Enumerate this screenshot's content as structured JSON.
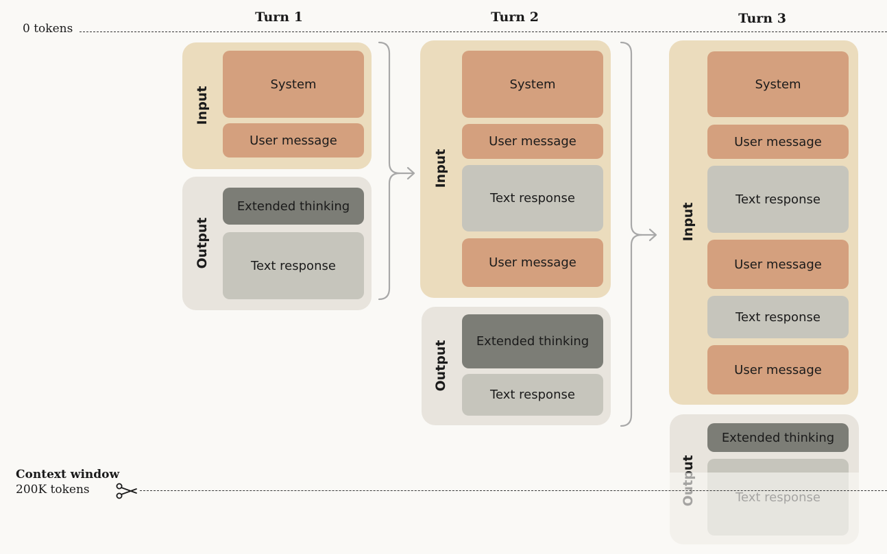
{
  "header": {
    "start_label": "0 tokens",
    "turns": [
      "Turn 1",
      "Turn 2",
      "Turn 3"
    ]
  },
  "context_window": {
    "title": "Context window",
    "size": "200K tokens"
  },
  "labels": {
    "input": "Input",
    "output": "Output",
    "system": "System",
    "user_message": "User message",
    "text_response": "Text response",
    "extended_thinking": "Extended thinking"
  },
  "colors": {
    "background": "#faf9f6",
    "input_panel": "#ebdcbd",
    "output_panel": "#e8e4dd",
    "system_block": "#d4a07e",
    "user_block": "#d4a07e",
    "text_block": "#c6c5bc",
    "thinking_block": "#7c7d76",
    "arrow": "#a8a8a8"
  },
  "icons": [
    "scissors-icon",
    "bracket-arrow-icon"
  ]
}
